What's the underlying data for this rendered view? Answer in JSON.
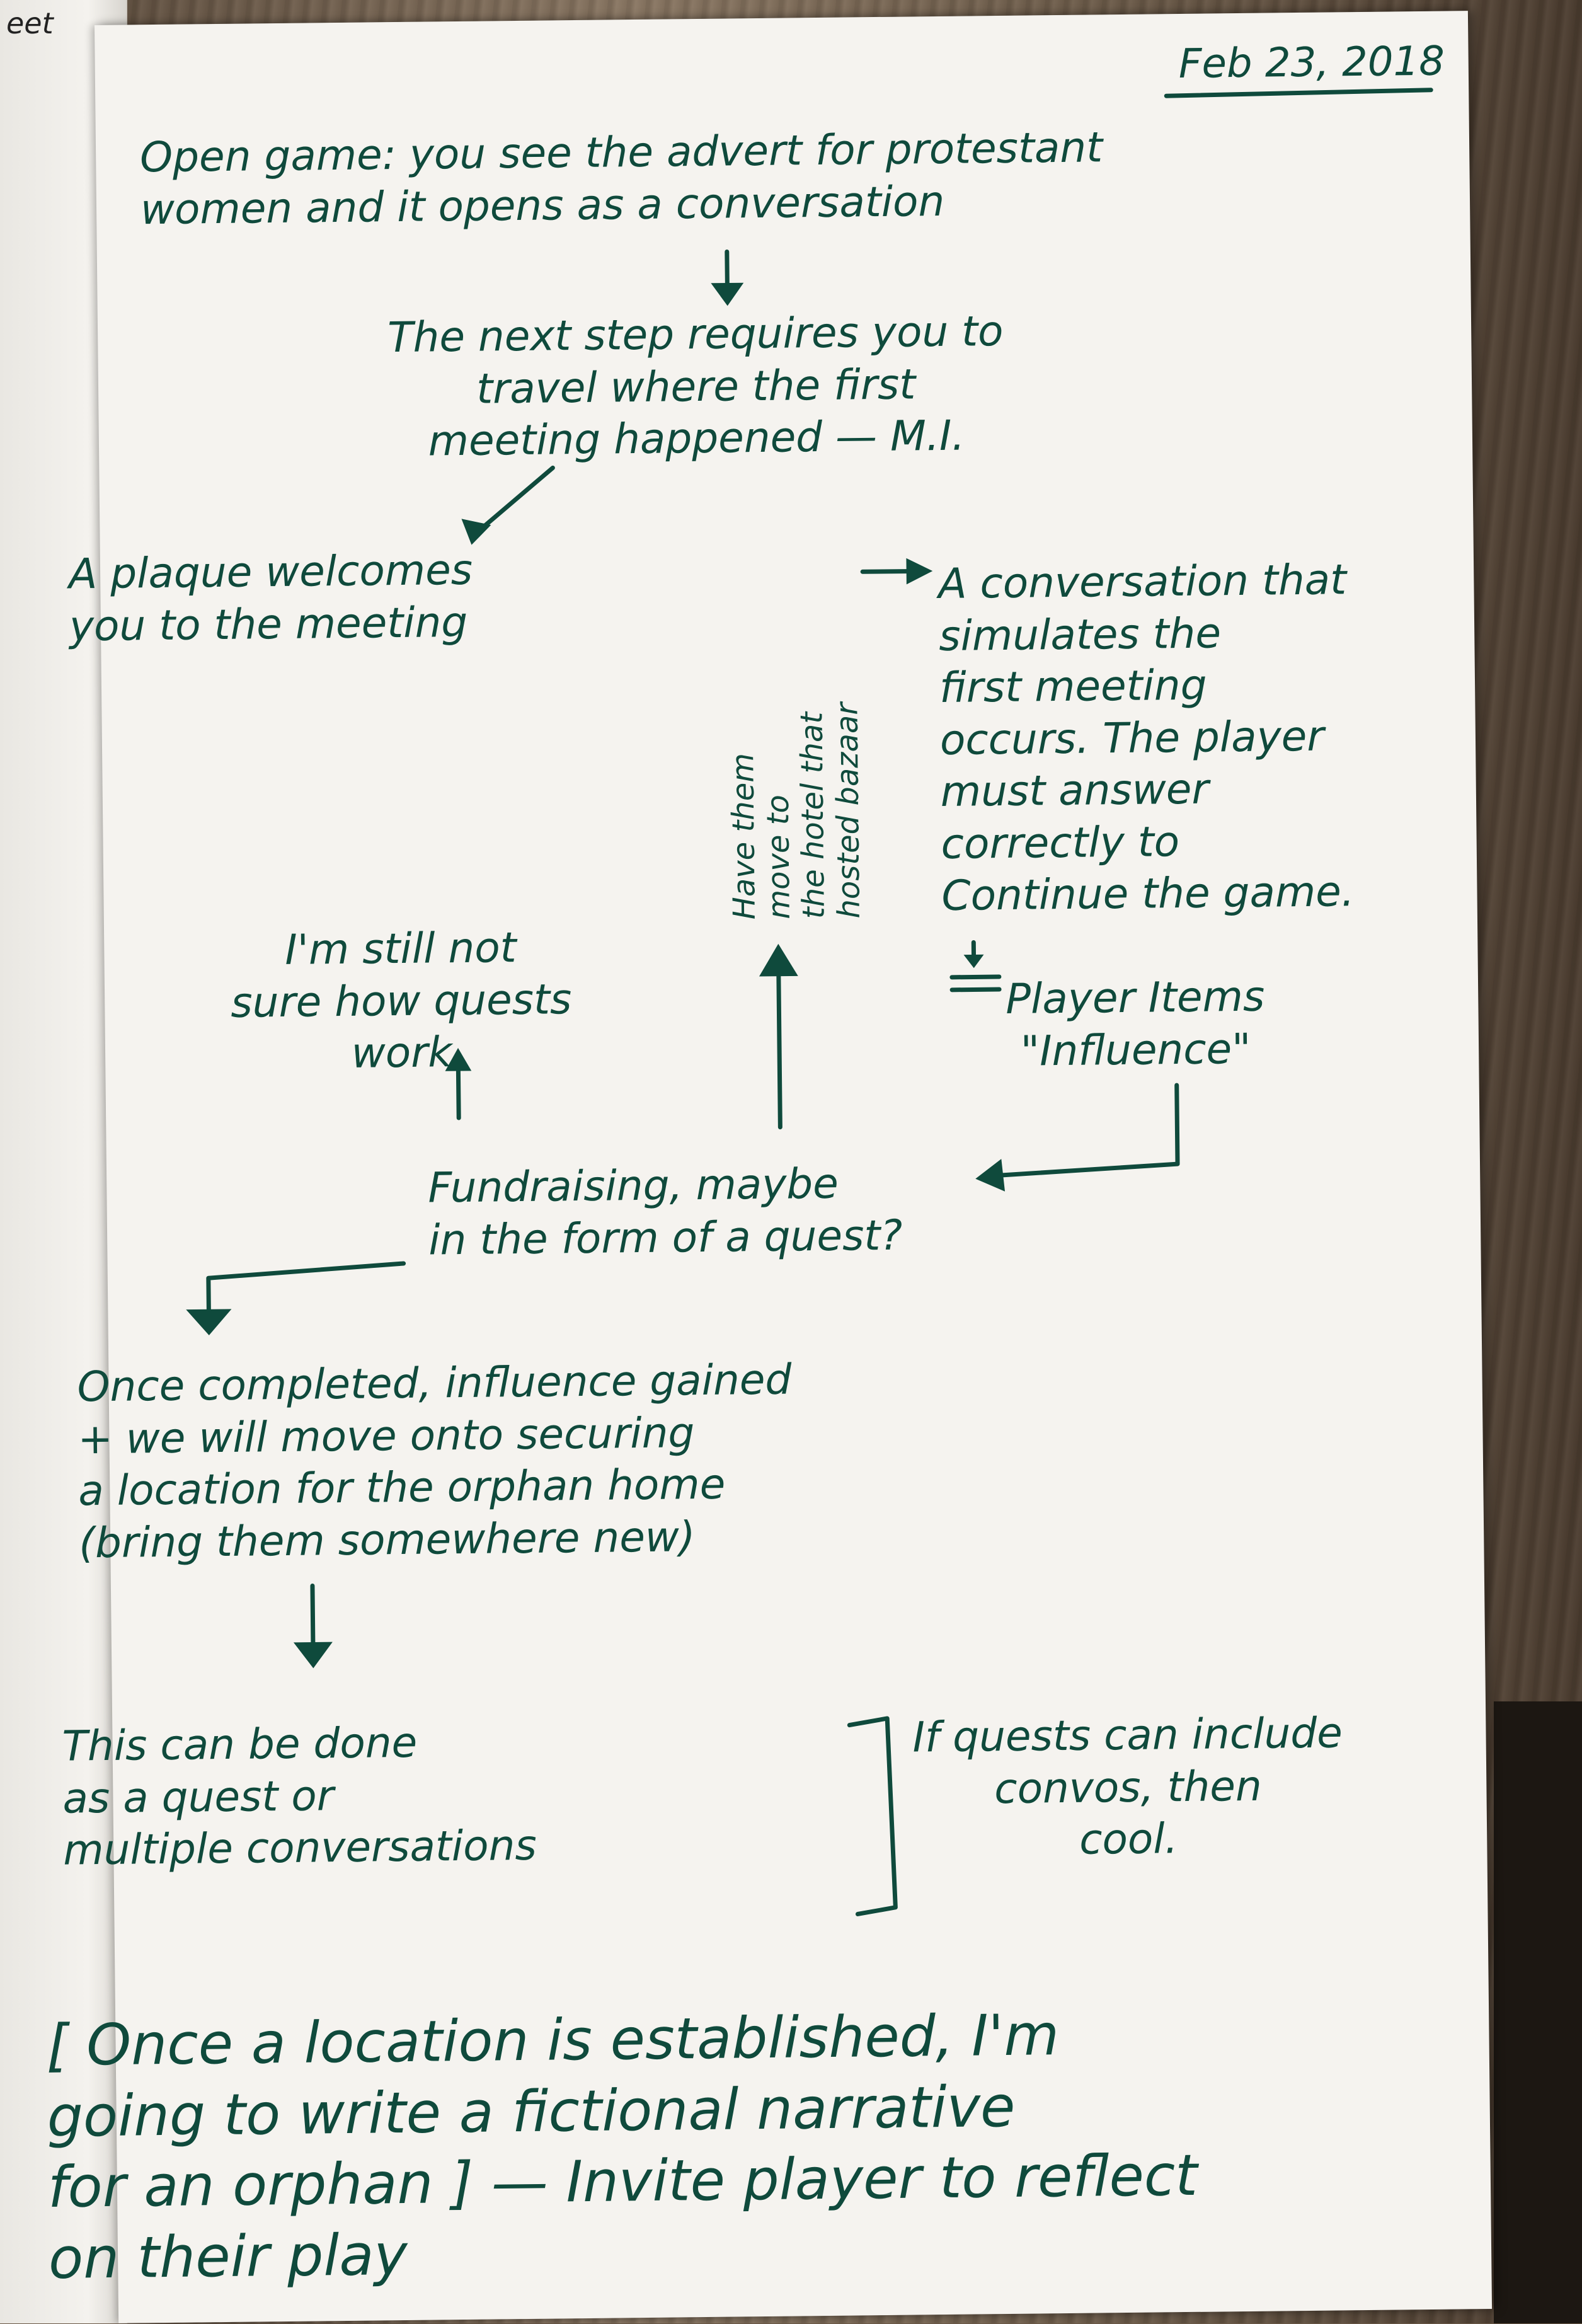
{
  "date": "Feb 23, 2018",
  "margin_scribble": "eet",
  "notes": {
    "open_game": "Open game: you see the advert for protestant\nwomen and it opens as a conversation",
    "next_step": "The next step requires you to\ntravel where the first\nmeeting happened — M.I.",
    "plaque": "A plaque welcomes\nyou to the meeting",
    "conversation": "A conversation that\nsimulates the\nfirst meeting\noccurs. The player\nmust answer\ncorrectly to\nContinue the game.",
    "player_items": "Player Items\n\"Influence\"",
    "vertical_note": "Have them\nmove to\nthe hotel that\nhosted bazaar",
    "quests_unsure": "I'm still not\nsure how quests\nwork",
    "fundraising": "Fundraising, maybe\nin the form of a quest?",
    "once_completed": "Once completed, influence gained\n+ we will move onto securing\na location for the orphan home\n(bring them somewhere new)",
    "done_as": "This can be done\nas a quest or\nmultiple conversations",
    "if_quests": "If quests can include\nconvos, then\ncool.",
    "final_note": "[ Once a location is established, I'm\ngoing to write a fictional narrative\nfor an orphan ] — Invite player to reflect\non their play"
  },
  "colors": {
    "ink": "#0f4a3c",
    "paper": "#f5f3ef"
  }
}
